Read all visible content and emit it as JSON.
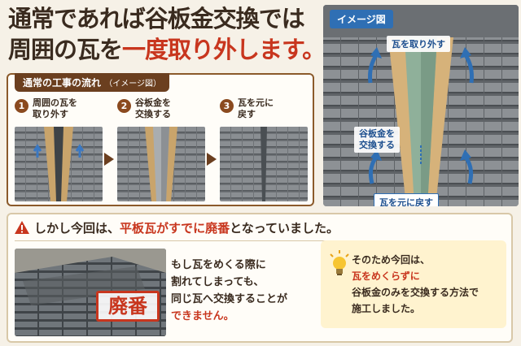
{
  "headline": {
    "line1": "通常であれば谷板金交換では",
    "line2_part1": "周囲の瓦を",
    "line2_accent": "一度取り外します。"
  },
  "flow": {
    "tab_title": "通常の工事の流れ",
    "tab_sub": "（イメージ図）",
    "steps": [
      {
        "num": "1",
        "label": "周囲の瓦を\n取り外す"
      },
      {
        "num": "2",
        "label": "谷板金を\n交換する"
      },
      {
        "num": "3",
        "label": "瓦を元に\n戻す"
      }
    ]
  },
  "diagram": {
    "tag": "イメージ図",
    "remove_label": "瓦を取り外す",
    "replace_label": "谷板金を\n交換する",
    "return_label": "瓦を元に戻す"
  },
  "warning": {
    "prefix": "しかし今回は、",
    "highlight": "平板瓦がすでに廃番",
    "suffix": "となっていました。",
    "body_line1": "もし瓦をめくる際に",
    "body_line2": "割れてしまっても、",
    "body_line3": "同じ瓦へ交換することが",
    "body_line4": "できません。",
    "stamp": "廃番"
  },
  "solution": {
    "line1": "そのため今回は、",
    "line2": "瓦をめくらずに",
    "line3": "谷板金のみを交換する方法で",
    "line4": "施工しました。"
  },
  "colors": {
    "accent_red": "#c8361e",
    "brown": "#8b5a2b",
    "blue": "#2f6fb4",
    "panel_yellow": "#fff3cf"
  }
}
